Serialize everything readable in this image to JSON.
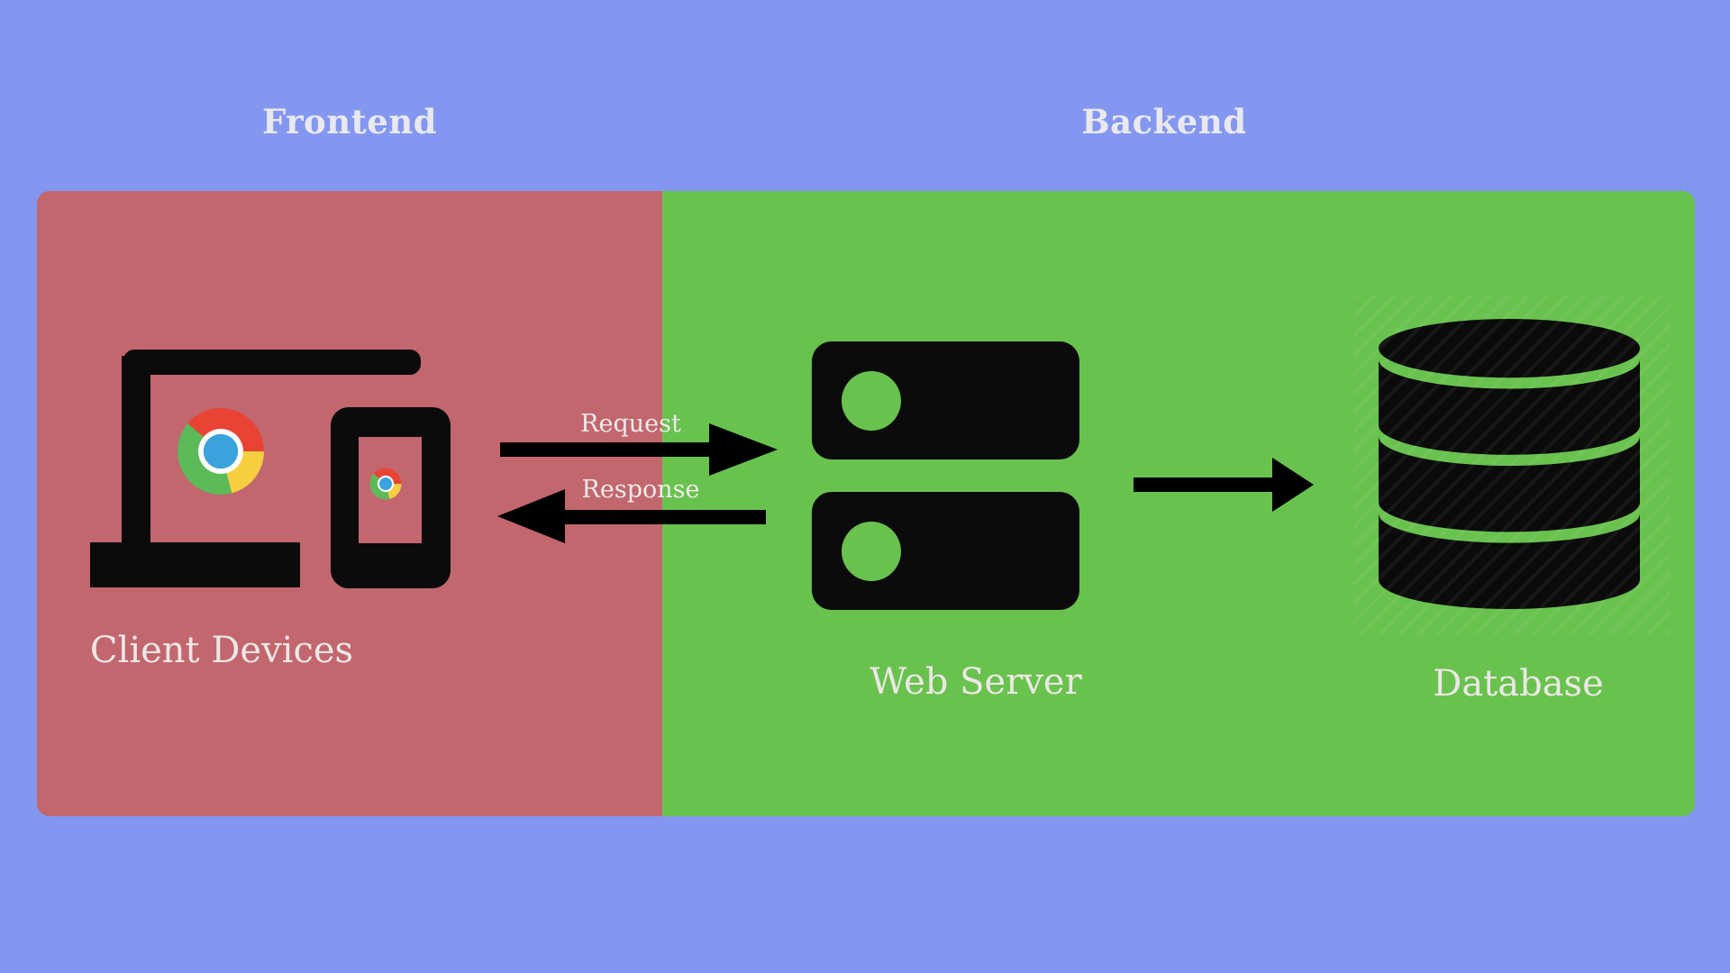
{
  "colors": {
    "background": "#8497f0",
    "frontend_panel": "#c2676e",
    "backend_panel": "#69c24e",
    "icon_black": "#0b0b0b",
    "heading_text": "#e9e9ed",
    "node_label_text": "#ece7e6",
    "chrome_red": "#e84334",
    "chrome_yellow": "#f6cf41",
    "chrome_green": "#5cba58",
    "chrome_blue": "#3aa3dd"
  },
  "sections": {
    "frontend": {
      "label": "Frontend"
    },
    "backend": {
      "label": "Backend"
    }
  },
  "nodes": {
    "client_devices": {
      "label": "Client Devices",
      "icon": "devices-with-chrome-icon",
      "section": "Frontend"
    },
    "web_server": {
      "label": "Web Server",
      "icon": "server-rack-icon",
      "section": "Backend"
    },
    "database": {
      "label": "Database",
      "icon": "database-cylinder-icon",
      "section": "Backend"
    }
  },
  "arrows": {
    "request": {
      "label": "Request",
      "from": "Client Devices",
      "to": "Web Server",
      "direction": "right"
    },
    "response": {
      "label": "Response",
      "from": "Web Server",
      "to": "Client Devices",
      "direction": "left"
    },
    "server_to_database": {
      "label": "",
      "from": "Web Server",
      "to": "Database",
      "direction": "right"
    }
  }
}
